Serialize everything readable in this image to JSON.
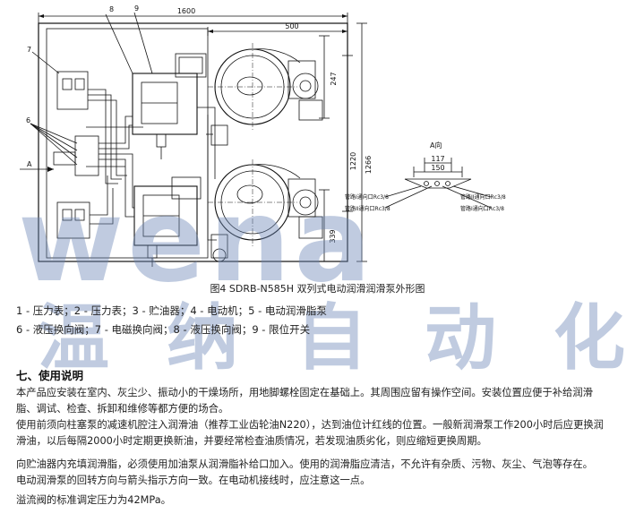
{
  "figure": {
    "caption": "图4 SDRB-N585H 双列式电动润滑润滑泵外形图",
    "dimensions": {
      "width_1600": "1600",
      "width_500": "500",
      "height_247": "247",
      "height_1220": "1220",
      "height_1266": "1266",
      "height_339": "339",
      "detail_117": "117",
      "detail_150": "150"
    },
    "part_numbers": {
      "p6": "6",
      "p7": "7",
      "p8": "8",
      "p9": "9"
    },
    "view_marker": "A",
    "detail_title": "A向",
    "port_labels": {
      "l1": "管路I通向口Rc3/8",
      "l2": "管路II通向口Rc3/8",
      "r1": "管路II通向口Rc3/8",
      "r2": "管路I通向口Rc3/8"
    }
  },
  "legend": {
    "line1": "1 - 压力表；2 - 压力表；3 - 贮油器；4 - 电动机；5 - 电动润滑脂泵",
    "line2": "6 - 液压换向阀；7 - 电磁换向阀；8 - 液压换向阀；9 - 限位开关"
  },
  "section": {
    "title": "七、使用说明",
    "paragraphs": [
      "本产品应安装在室内、灰尘少、振动小的干燥场所，用地脚螺栓固定在基础上。其周围应留有操作空间。安装位置应便于补给润滑",
      "脂、调试、检查、拆卸和维修等都方便的场合。",
      "使用前须向柱塞泵的减速机腔注入润滑油（推荐工业齿轮油N220），达到油位计红线的位置。一般新润滑泵工作200小时后应更换润",
      "滑油，以后每隔2000小时定期更换新油，并要经常检查油质情况，若发现油质劣化，则应缩短更换周期。",
      "向贮油器内充填润滑脂，必须使用加油泵从润滑脂补给口加入。使用的润滑脂应清洁，不允许有杂质、污物、灰尘、气泡等存在。",
      "电动润滑泵的回转方向与箭头指示方向一致。在电动机接线时，应注意这一点。",
      "溢流阀的标准调定压力为42MPa。"
    ]
  },
  "watermark": {
    "latin": "wena",
    "chinese": "温纳自动化"
  }
}
